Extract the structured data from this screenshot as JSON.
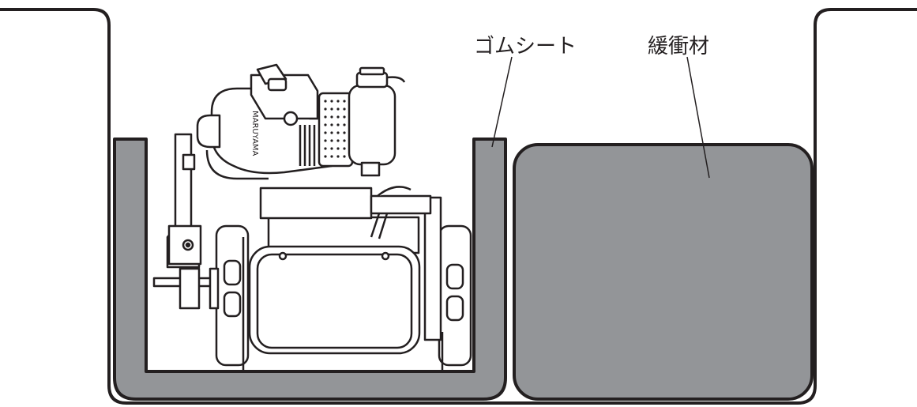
{
  "labels": {
    "rubber_sheet": "ゴムシート",
    "cushion": "緩衝材"
  },
  "engine_brand": "MARUYAMA",
  "colors": {
    "stroke": "#231f20",
    "fill_gray": "#939598",
    "background": "#ffffff"
  }
}
